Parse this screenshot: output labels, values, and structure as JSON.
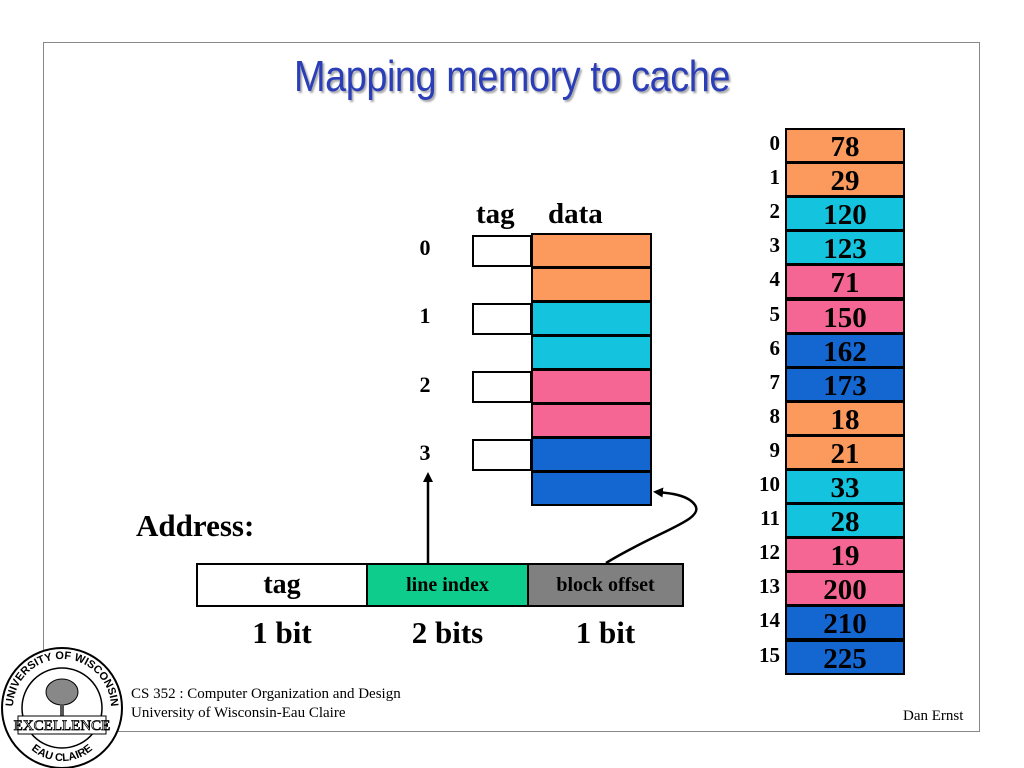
{
  "title": "Mapping memory to cache",
  "cache": {
    "tag_header": "tag",
    "data_header": "data",
    "lines": [
      "0",
      "1",
      "2",
      "3"
    ],
    "colors": [
      "#fc9a5e",
      "#14c4df",
      "#f56694",
      "#1466d0"
    ]
  },
  "memory": [
    {
      "addr": "0",
      "value": "78",
      "color": "#fc9a5e"
    },
    {
      "addr": "1",
      "value": "29",
      "color": "#fc9a5e"
    },
    {
      "addr": "2",
      "value": "120",
      "color": "#14c4df"
    },
    {
      "addr": "3",
      "value": "123",
      "color": "#14c4df"
    },
    {
      "addr": "4",
      "value": "71",
      "color": "#f56694"
    },
    {
      "addr": "5",
      "value": "150",
      "color": "#f56694"
    },
    {
      "addr": "6",
      "value": "162",
      "color": "#1466d0"
    },
    {
      "addr": "7",
      "value": "173",
      "color": "#1466d0"
    },
    {
      "addr": "8",
      "value": "18",
      "color": "#fc9a5e"
    },
    {
      "addr": "9",
      "value": "21",
      "color": "#fc9a5e"
    },
    {
      "addr": "10",
      "value": "33",
      "color": "#14c4df"
    },
    {
      "addr": "11",
      "value": "28",
      "color": "#14c4df"
    },
    {
      "addr": "12",
      "value": "19",
      "color": "#f56694"
    },
    {
      "addr": "13",
      "value": "200",
      "color": "#f56694"
    },
    {
      "addr": "14",
      "value": "210",
      "color": "#1466d0"
    },
    {
      "addr": "15",
      "value": "225",
      "color": "#1466d0"
    }
  ],
  "address": {
    "label": "Address:",
    "fields": [
      {
        "label": "tag",
        "size": "1 bit",
        "color": "#ffffff"
      },
      {
        "label": "line index",
        "size": "2 bits",
        "color": "#0ecc8c"
      },
      {
        "label": "block offset",
        "size": "1 bit",
        "color": "#808080"
      }
    ]
  },
  "footer": {
    "course": "CS 352 : Computer Organization and Design",
    "school": "University of Wisconsin-Eau Claire",
    "author": "Dan Ernst",
    "logo_text": [
      "UNIVERSITY OF WISCONSIN",
      "EXCELLENCE",
      "EAU CLAIRE"
    ]
  }
}
